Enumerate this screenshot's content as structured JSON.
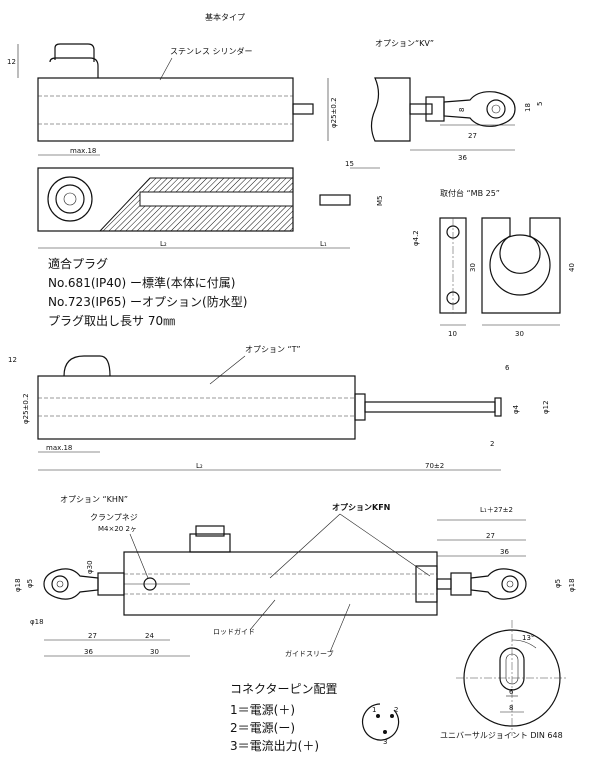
{
  "titles": {
    "basic_type": "基本タイプ",
    "option_kv": "オプション“KV”",
    "mount": "取付台 “MB 25”",
    "option_t": "オプション “T”",
    "option_khn": "オプション “KHN”",
    "option_kfn": "オプションKFN"
  },
  "labels": {
    "stainless_cylinder": "ステンレス シリンダー",
    "clamp_screw": "クランプネジ",
    "clamp_screw_spec": "M4×20  2ヶ",
    "rod_guide": "ロッドガイド",
    "guide_sleeve": "ガイドスリーブ",
    "universal_joint": "ユニバーサルジョイント DIN 648"
  },
  "plug_notes": {
    "heading": "適合プラグ",
    "line1": "No.681(IP40) ー標準(本体に付属)",
    "line2": "No.723(IP65) ーオプション(防水型)",
    "line3": "プラグ取出し長サ  70㎜"
  },
  "connector": {
    "heading": "コネクターピン配置",
    "pin1": "1＝電源(＋)",
    "pin2": "2＝電源(ー)",
    "pin3": "3＝電流出力(＋)"
  },
  "dims": {
    "d12_top": "12",
    "d25_top": "φ25±0.2",
    "max18_top": "max.18",
    "l1_top": "L₁",
    "l2_top": "L₂",
    "d15": "15",
    "m5": "M5",
    "kv_8": "8",
    "kv_18": "18",
    "kv_5": "5",
    "kv_27": "27",
    "kv_36": "36",
    "mb_d42": "φ4.2",
    "mb_30v": "30",
    "mb_40": "40",
    "mb_10": "10",
    "mb_30h": "30",
    "t_12": "12",
    "t_d25": "φ25±0.2",
    "t_max18": "max.18",
    "t_6": "6",
    "t_d4": "φ4",
    "t_d12": "φ12",
    "t_2": "2",
    "t_l2": "L₂",
    "t_70": "70±2",
    "khn_d18a": "φ18",
    "khn_d5": "φ5",
    "khn_d30": "φ30",
    "khn_d18b": "φ18",
    "khn_27": "27",
    "khn_24": "24",
    "khn_36": "36",
    "khn_30": "30",
    "kfn_l1": "L₁＋27±2",
    "kfn_27": "27",
    "kfn_36": "36",
    "kfn_d18": "φ18",
    "kfn_d5": "φ5",
    "uj_13": "13°",
    "uj_6": "6",
    "uj_8": "8"
  },
  "pins": {
    "p1": "1",
    "p2": "2",
    "p3": "3"
  }
}
